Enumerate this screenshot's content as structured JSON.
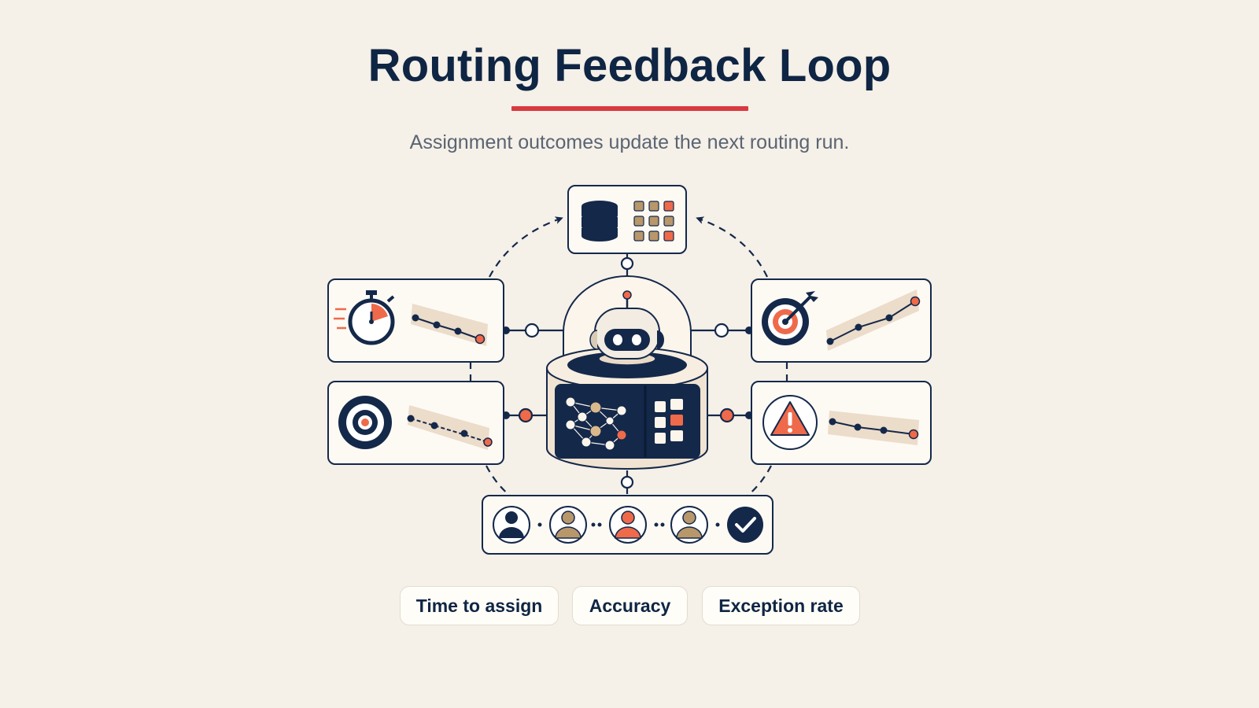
{
  "header": {
    "title": "Routing Feedback Loop",
    "subtitle": "Assignment outcomes update the next routing run."
  },
  "metrics": [
    {
      "label": "Time to assign"
    },
    {
      "label": "Accuracy"
    },
    {
      "label": "Exception rate"
    }
  ],
  "colors": {
    "navy": "#14284a",
    "accent": "#ef6a4a",
    "tan": "#b8976b",
    "red": "#d83a3f",
    "background": "#f5f0e8"
  },
  "icons": [
    "database-icon",
    "grid-icon",
    "stopwatch-icon",
    "target-icon",
    "bullseye-arrow-icon",
    "warning-icon",
    "robot-icon",
    "network-icon",
    "person-icon",
    "check-icon"
  ]
}
